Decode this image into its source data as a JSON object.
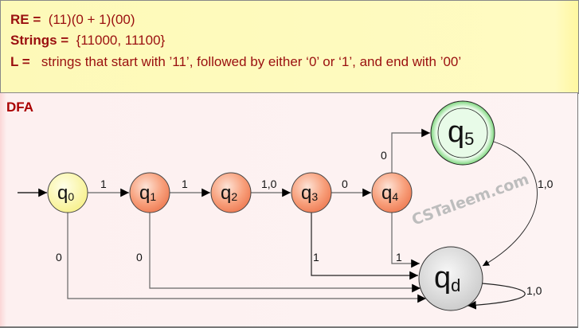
{
  "header": {
    "re_key": "RE = ",
    "re_value": " (11)(0 + 1)(00)",
    "strings_key": "Strings = ",
    "strings_value": " {11000, 11100}",
    "lang_key": "L = ",
    "lang_value": "  strings that start with ’11’, followed by either ‘0’ or ‘1’, and end with ’00’"
  },
  "diagram": {
    "title": "DFA",
    "watermark": "CSTaleem.com",
    "states": [
      {
        "id": "q0",
        "base": "q",
        "sub": "0",
        "type": "start",
        "color": "#fffaa8"
      },
      {
        "id": "q1",
        "base": "q",
        "sub": "1",
        "type": "normal",
        "color": "#f7906a"
      },
      {
        "id": "q2",
        "base": "q",
        "sub": "2",
        "type": "normal",
        "color": "#f7906a"
      },
      {
        "id": "q3",
        "base": "q",
        "sub": "3",
        "type": "normal",
        "color": "#f7906a"
      },
      {
        "id": "q4",
        "base": "q",
        "sub": "4",
        "type": "normal",
        "color": "#f7906a"
      },
      {
        "id": "q5",
        "base": "q",
        "sub": "5",
        "type": "accept",
        "color": "#5ed05e"
      },
      {
        "id": "qd",
        "base": "q",
        "sub": "d",
        "type": "dead",
        "color": "#d8d8d8"
      }
    ],
    "transitions": [
      {
        "from": "q0",
        "to": "q1",
        "label": "1"
      },
      {
        "from": "q1",
        "to": "q2",
        "label": "1"
      },
      {
        "from": "q2",
        "to": "q3",
        "label": "1,0"
      },
      {
        "from": "q3",
        "to": "q4",
        "label": "0"
      },
      {
        "from": "q4",
        "to": "q5",
        "label": "0"
      },
      {
        "from": "q5",
        "to": "qd",
        "label": "1,0"
      },
      {
        "from": "q0",
        "to": "qd",
        "label": "0"
      },
      {
        "from": "q1",
        "to": "qd",
        "label": "0"
      },
      {
        "from": "q3",
        "to": "qd",
        "label": "1"
      },
      {
        "from": "q4",
        "to": "qd",
        "label": "1"
      },
      {
        "from": "qd",
        "to": "qd",
        "label": "1,0"
      }
    ]
  }
}
